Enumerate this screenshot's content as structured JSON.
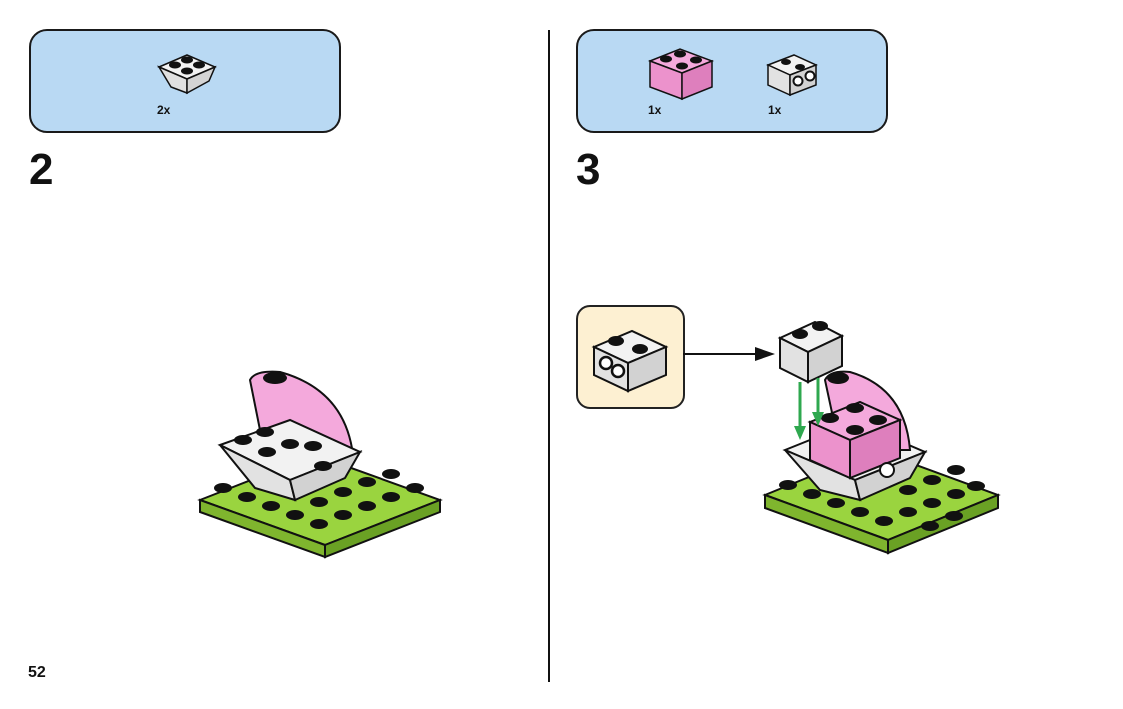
{
  "page": {
    "number": "52"
  },
  "steps": [
    {
      "number": "2",
      "parts": [
        {
          "name": "white-inverted-slope-2x2",
          "qty": "2x"
        }
      ]
    },
    {
      "number": "3",
      "parts": [
        {
          "name": "pink-brick-2x2",
          "qty": "1x"
        },
        {
          "name": "white-brick-1x2-with-studs-on-side",
          "qty": "1x"
        }
      ],
      "callout": {
        "part": "white-brick-1x2-with-studs-on-side"
      }
    }
  ],
  "colors": {
    "parts_box": "#b9d9f3",
    "callout_box": "#fdf0d2",
    "pink": "#f4a9dc",
    "green": "#9ad43f",
    "white_part": "#f2f2f2",
    "arrow_green": "#2fa84f"
  }
}
